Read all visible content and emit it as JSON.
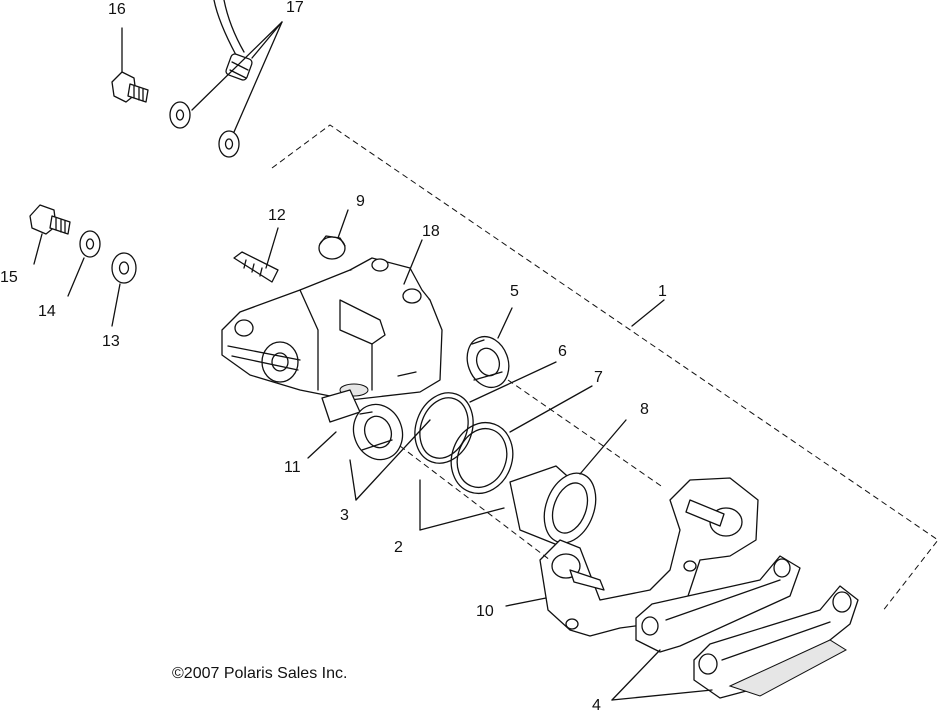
{
  "callouts": {
    "c1": "1",
    "c2": "2",
    "c3": "3",
    "c4": "4",
    "c5": "5",
    "c6": "6",
    "c7": "7",
    "c8": "8",
    "c9": "9",
    "c10": "10",
    "c11": "11",
    "c12": "12",
    "c13": "13",
    "c14": "14",
    "c15": "15",
    "c16": "16",
    "c17": "17",
    "c18": "18"
  },
  "copyright": "©2007 Polaris Sales Inc."
}
